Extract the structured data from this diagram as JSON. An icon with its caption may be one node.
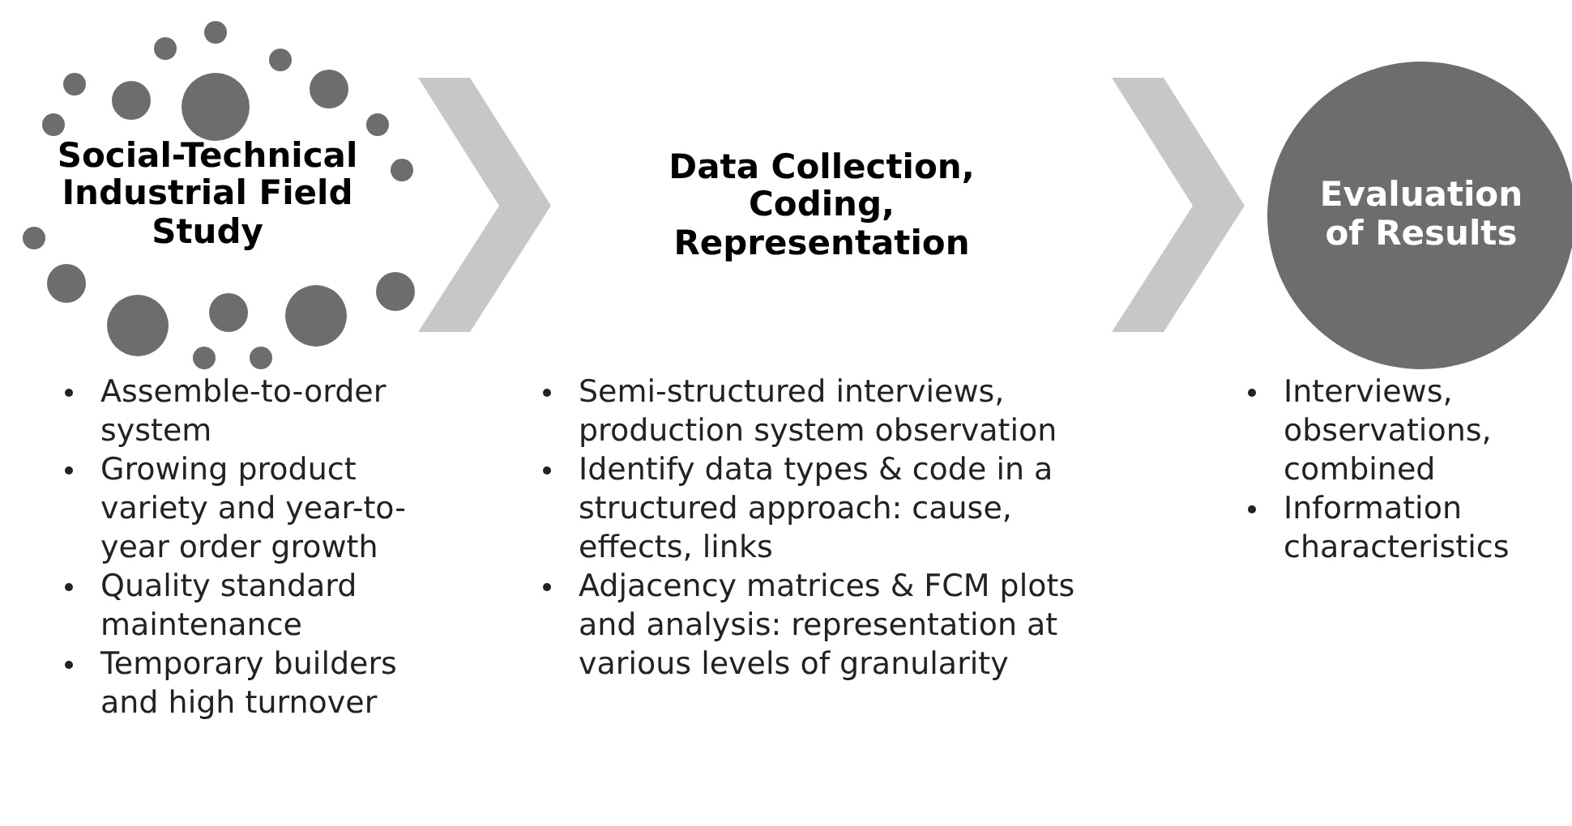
{
  "diagram": {
    "nodes": [
      {
        "text": [
          "Social-Technical Industrial Field Study"
        ],
        "beside": [
          "Assemble-to-order system",
          "Growing product variety and year-to-year order growth",
          "Quality standard maintenance",
          "Temporary builders and high turnover"
        ]
      },
      {
        "text": [
          "Data Collection, Coding, Representation"
        ],
        "beside": [
          "Semi-structured interviews, production system observation",
          "Identify data types & code in a structured approach: cause, effects, links",
          "Adjacency matrices & FCM plots and analysis: representation at various levels of granularity"
        ]
      },
      {
        "text": [
          "Evaluation of Results"
        ],
        "beside": [
          "Interviews, observations, combined",
          "Information characteristics"
        ]
      }
    ],
    "edges": [
      {
        "from": 0,
        "to": 1,
        "arrow": "to"
      },
      {
        "from": 1,
        "to": 2,
        "arrow": "to"
      }
    ]
  }
}
